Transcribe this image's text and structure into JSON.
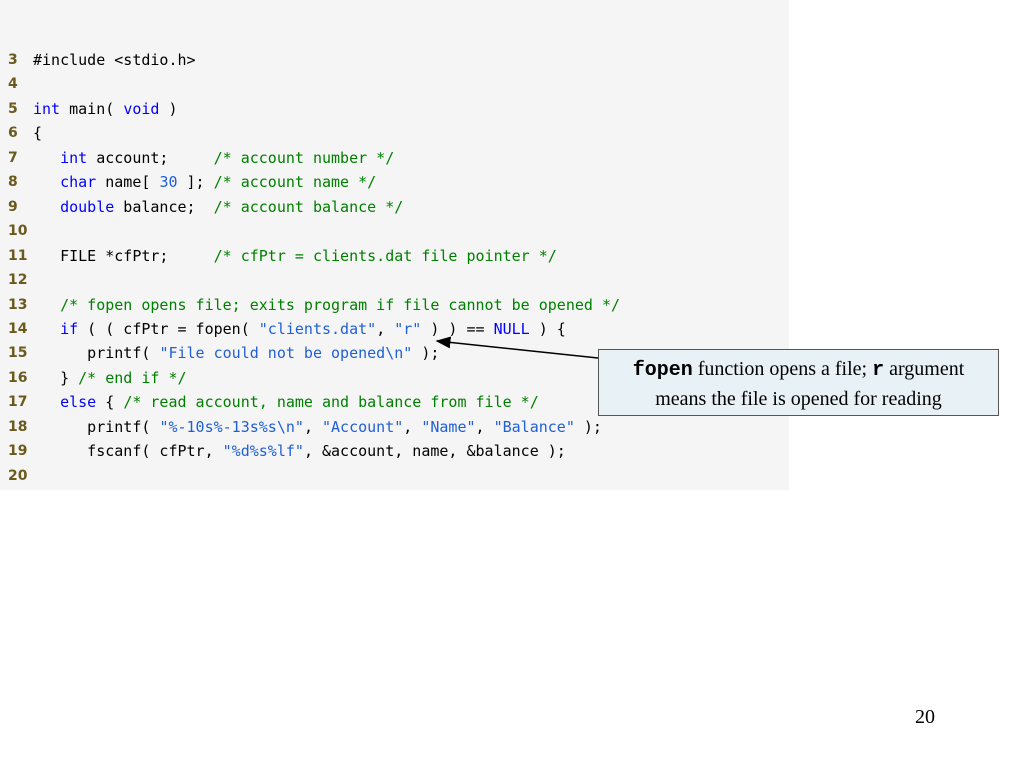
{
  "code": {
    "lines": [
      {
        "num": "3",
        "segs": [
          {
            "t": "#include <stdio.h>",
            "c": ""
          }
        ]
      },
      {
        "num": "4",
        "segs": []
      },
      {
        "num": "5",
        "segs": [
          {
            "t": "int",
            "c": "kw"
          },
          {
            "t": " main( ",
            "c": ""
          },
          {
            "t": "void",
            "c": "kw"
          },
          {
            "t": " )",
            "c": ""
          }
        ]
      },
      {
        "num": "6",
        "segs": [
          {
            "t": "{",
            "c": ""
          }
        ]
      },
      {
        "num": "7",
        "segs": [
          {
            "t": "   ",
            "c": ""
          },
          {
            "t": "int",
            "c": "kw"
          },
          {
            "t": " account;     ",
            "c": ""
          },
          {
            "t": "/* account number */",
            "c": "cm"
          }
        ]
      },
      {
        "num": "8",
        "segs": [
          {
            "t": "   ",
            "c": ""
          },
          {
            "t": "char",
            "c": "kw"
          },
          {
            "t": " name[ ",
            "c": ""
          },
          {
            "t": "30",
            "c": "num"
          },
          {
            "t": " ]; ",
            "c": ""
          },
          {
            "t": "/* account name */",
            "c": "cm"
          }
        ]
      },
      {
        "num": "9",
        "segs": [
          {
            "t": "   ",
            "c": ""
          },
          {
            "t": "double",
            "c": "kw"
          },
          {
            "t": " balance;  ",
            "c": ""
          },
          {
            "t": "/* account balance */",
            "c": "cm"
          }
        ]
      },
      {
        "num": "10",
        "segs": []
      },
      {
        "num": "11",
        "segs": [
          {
            "t": "   FILE *cfPtr;     ",
            "c": ""
          },
          {
            "t": "/* cfPtr = clients.dat file pointer */",
            "c": "cm"
          }
        ]
      },
      {
        "num": "12",
        "segs": []
      },
      {
        "num": "13",
        "segs": [
          {
            "t": "   ",
            "c": ""
          },
          {
            "t": "/* fopen opens file; exits program if file cannot be opened */",
            "c": "cm"
          }
        ]
      },
      {
        "num": "14",
        "segs": [
          {
            "t": "   ",
            "c": ""
          },
          {
            "t": "if",
            "c": "kw"
          },
          {
            "t": " ( ( cfPtr = fopen( ",
            "c": ""
          },
          {
            "t": "\"clients.dat\"",
            "c": "str"
          },
          {
            "t": ", ",
            "c": ""
          },
          {
            "t": "\"r\"",
            "c": "str"
          },
          {
            "t": " ) ) == ",
            "c": ""
          },
          {
            "t": "NULL",
            "c": "kw"
          },
          {
            "t": " ) {",
            "c": ""
          }
        ]
      },
      {
        "num": "15",
        "segs": [
          {
            "t": "      printf( ",
            "c": ""
          },
          {
            "t": "\"File could not be opened\\n\"",
            "c": "str"
          },
          {
            "t": " );",
            "c": ""
          }
        ]
      },
      {
        "num": "16",
        "segs": [
          {
            "t": "   } ",
            "c": ""
          },
          {
            "t": "/* end if */",
            "c": "cm"
          }
        ]
      },
      {
        "num": "17",
        "segs": [
          {
            "t": "   ",
            "c": ""
          },
          {
            "t": "else",
            "c": "kw"
          },
          {
            "t": " { ",
            "c": ""
          },
          {
            "t": "/* read account, name and balance from file */",
            "c": "cm"
          }
        ]
      },
      {
        "num": "18",
        "segs": [
          {
            "t": "      printf( ",
            "c": ""
          },
          {
            "t": "\"%-10s%-13s%s\\n\"",
            "c": "str"
          },
          {
            "t": ", ",
            "c": ""
          },
          {
            "t": "\"Account\"",
            "c": "str"
          },
          {
            "t": ", ",
            "c": ""
          },
          {
            "t": "\"Name\"",
            "c": "str"
          },
          {
            "t": ", ",
            "c": ""
          },
          {
            "t": "\"Balance\"",
            "c": "str"
          },
          {
            "t": " );",
            "c": ""
          }
        ]
      },
      {
        "num": "19",
        "segs": [
          {
            "t": "      fscanf( cfPtr, ",
            "c": ""
          },
          {
            "t": "\"%d%s%lf\"",
            "c": "str"
          },
          {
            "t": ", &account, name, &balance );",
            "c": ""
          }
        ]
      },
      {
        "num": "20",
        "segs": []
      }
    ]
  },
  "callout": {
    "term1": "fopen",
    "text1": " function opens a file; ",
    "term2": "r",
    "text2": " argument",
    "line2": "means the file is opened for reading"
  },
  "colors": {
    "keyword": "#0000ff",
    "string": "#1f5fd6",
    "comment": "#008000",
    "line_number": "#6b5a1e",
    "callout_bg": "#e8f1f6"
  },
  "slide": {
    "page_number": "20"
  }
}
